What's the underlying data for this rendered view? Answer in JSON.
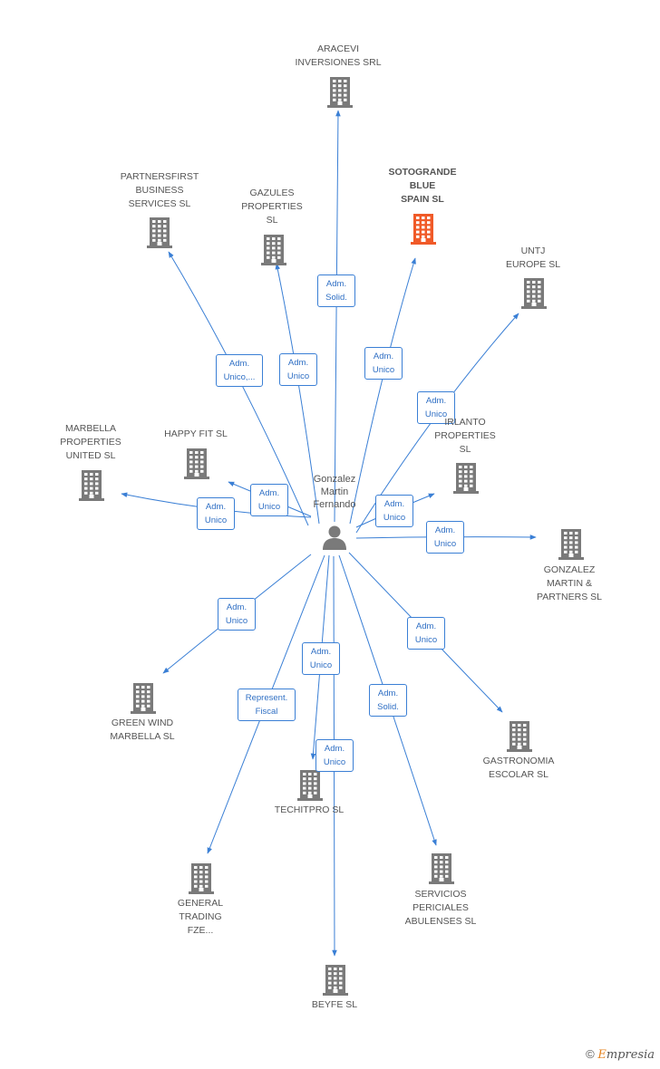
{
  "center": {
    "name": "Gonzalez\nMartin\nFernando",
    "icon": "person-icon"
  },
  "colors": {
    "edge": "#3a7fd5",
    "building": "#7a7a7a",
    "highlight": "#f05a28",
    "text": "#555555"
  },
  "companies": [
    {
      "id": "aracevi",
      "label": "ARACEVI\nINVERSIONES SRL",
      "role": "Adm.\nSolid."
    },
    {
      "id": "sotogrande",
      "label": "SOTOGRANDE\nBLUE\nSPAIN  SL",
      "role": "Adm.\nUnico",
      "highlight": true
    },
    {
      "id": "gazules",
      "label": "GAZULES\nPROPERTIES\nSL",
      "role": "Adm.\nUnico"
    },
    {
      "id": "partnersfirst",
      "label": "PARTNERSFIRST\nBUSINESS\nSERVICES  SL",
      "role": "Adm.\nUnico,..."
    },
    {
      "id": "untj",
      "label": "UNTJ\nEUROPE  SL",
      "role": "Adm.\nUnico"
    },
    {
      "id": "irlanto",
      "label": "IRLANTO\nPROPERTIES\nSL",
      "role": "Adm.\nUnico"
    },
    {
      "id": "happyfit",
      "label": "HAPPY FIT  SL",
      "role": "Adm.\nUnico"
    },
    {
      "id": "marbella",
      "label": "MARBELLA\nPROPERTIES\nUNITED  SL",
      "role": "Adm.\nUnico"
    },
    {
      "id": "gmpartners",
      "label": "GONZALEZ\nMARTIN &\nPARTNERS  SL",
      "role": "Adm.\nUnico"
    },
    {
      "id": "greenwind",
      "label": "GREEN WIND\nMARBELLA  SL",
      "role": "Adm.\nUnico"
    },
    {
      "id": "gastronomia",
      "label": "GASTRONOMIA\nESCOLAR  SL",
      "role": "Adm.\nUnico"
    },
    {
      "id": "techitpro",
      "label": "TECHITPRO  SL",
      "role": "Adm.\nUnico"
    },
    {
      "id": "general",
      "label": "GENERAL\nTRADING\nFZE...",
      "role": "Represent.\nFiscal"
    },
    {
      "id": "servicios",
      "label": "SERVICIOS\nPERICIALES\nABULENSES SL",
      "role": "Adm.\nSolid."
    },
    {
      "id": "beyfe",
      "label": "BEYFE  SL",
      "role": "Adm.\nUnico"
    }
  ],
  "footer": {
    "copyright": "©",
    "brand_first": "E",
    "brand_rest": "mpresia"
  }
}
